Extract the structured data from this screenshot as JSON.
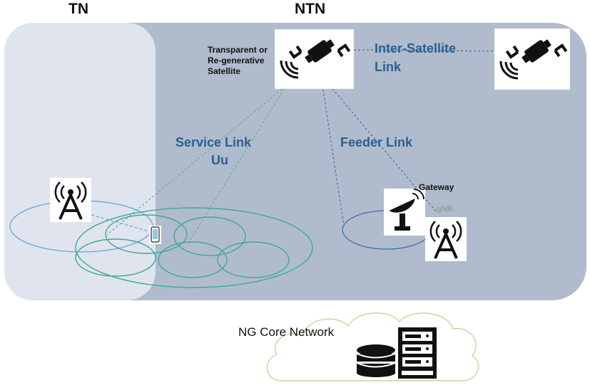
{
  "labels": {
    "tn": "TN",
    "ntn": "NTN",
    "satellite_l1": "Transparent or",
    "satellite_l2": "Re-generative",
    "satellite_l3": "Satellite",
    "isl_l1": "Inter-Satellite",
    "isl_l2": "Link",
    "service_l1": "Service Link",
    "service_l2": "Uu",
    "feeder": "Feeder Link",
    "gateway": "Gateway",
    "gnb": "gNB",
    "core": "NG Core Network"
  },
  "icons": {
    "satellite": "satellite-icon",
    "tower": "cell-tower-icon",
    "dish": "satellite-dish-icon",
    "phone": "smartphone-icon",
    "database": "database-icon",
    "server": "server-rack-icon",
    "cloud": "cloud-icon"
  },
  "colors": {
    "ntn_region": "#b0bccd",
    "tn_region": "#dfe4ef",
    "service_link": "#4fb3a0",
    "feeder_link": "#3f6fb0",
    "coverage_green": "#3ea890",
    "coverage_blue": "#6ba5d6",
    "cloud_outline": "#b8dd99",
    "label_blue": "#2a5f92"
  }
}
